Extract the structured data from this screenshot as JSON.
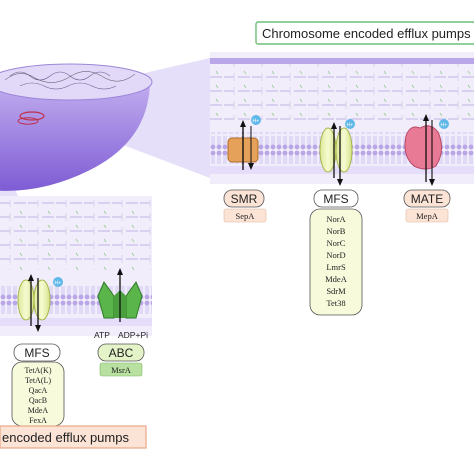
{
  "chromosome_title": "Chromosome encoded efflux pumps",
  "plasmid_title": "encoded efflux pumps",
  "h_label": "H+",
  "atp_label": "ATP",
  "adp_label": "ADP+Pi",
  "chromosome_pumps": [
    {
      "family": "SMR",
      "proteins": [
        "SepA"
      ],
      "color": "#e5a05a"
    },
    {
      "family": "MFS",
      "proteins": [
        "NorA",
        "NorB",
        "NorC",
        "NorD",
        "LmrS",
        "MdeA",
        "SdrM",
        "Tet38"
      ],
      "color": "#e8f0a8"
    },
    {
      "family": "MATE",
      "proteins": [
        "MepA"
      ],
      "color": "#e87a95"
    }
  ],
  "plasmid_pumps": [
    {
      "family": "MFS",
      "proteins": [
        "TetA(K)",
        "TetA(L)",
        "QacA",
        "QacB",
        "MdeA",
        "FexA"
      ],
      "color": "#e8f0a8"
    },
    {
      "family": "ABC",
      "proteins": [
        "MsrA"
      ],
      "color": "#5ab54a"
    }
  ],
  "colors": {
    "cell": "#a58ae0",
    "membrane_panel": "#ece6fa",
    "title_box_border": "#6fbf7a",
    "plasmid_box_fill": "#fbe3d5"
  }
}
